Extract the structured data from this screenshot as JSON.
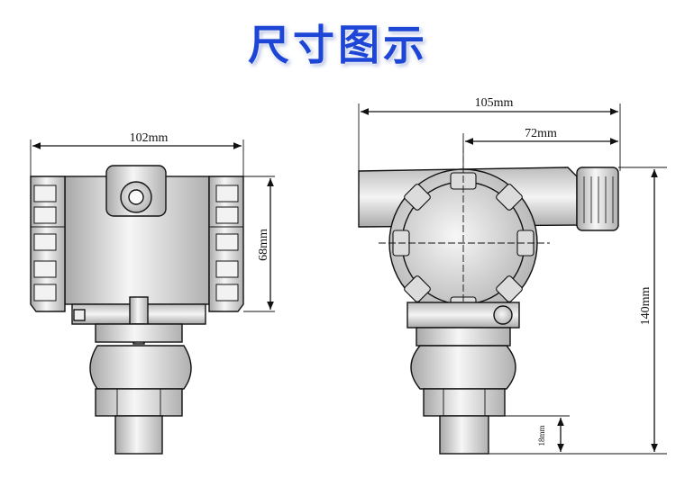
{
  "title": "尺寸图示",
  "colors": {
    "title": "#1d45d6",
    "body_gradient_dark": "#b9b9b9",
    "body_gradient_light": "#f4f4f4"
  },
  "front_view": {
    "width_label": "102mm",
    "height_label": "68mm"
  },
  "side_view": {
    "width_label": "105mm",
    "offset_label": "72mm",
    "height_label": "140mm",
    "thread_label": "18mm"
  }
}
